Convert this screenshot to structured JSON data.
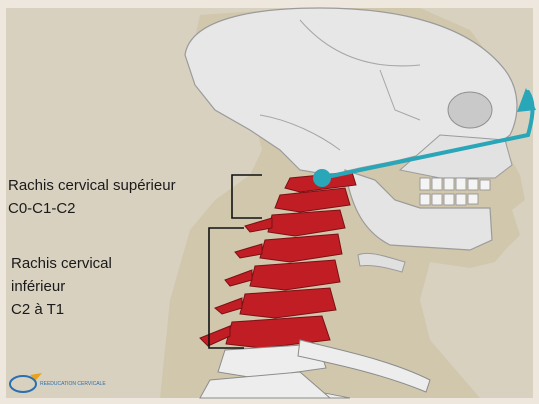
{
  "labels": {
    "upper": {
      "line1": "Rachis cervical supérieur",
      "line2": "C0-C1-C2"
    },
    "lower": {
      "line1": "Rachis cervical",
      "line2": "inférieur",
      "line3": "C2 à T1"
    }
  },
  "colors": {
    "background": "#d9d2c2",
    "skull": "#e6e6e6",
    "vertebrae_highlight": "#c01e24",
    "rotation_arrow": "#2aa6b9",
    "bracket": "#111111"
  },
  "logo": {
    "text": "REEDUCATION CERVICALE"
  }
}
